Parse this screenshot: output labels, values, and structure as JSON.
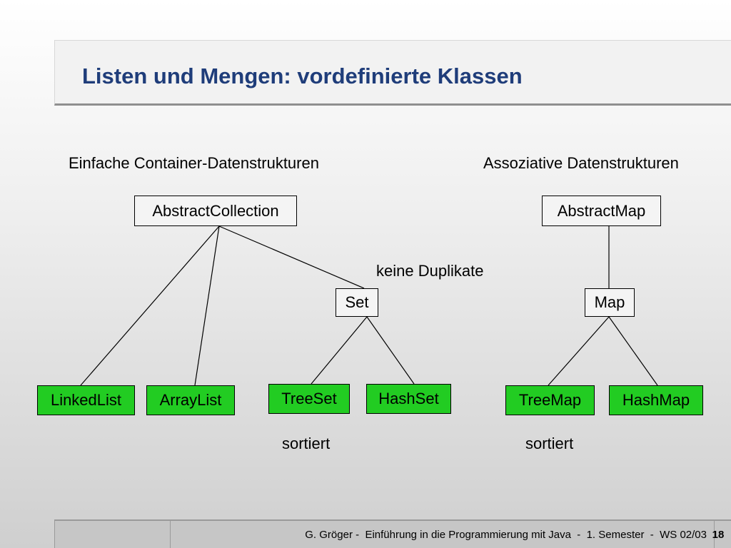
{
  "title": "Listen und Mengen: vordefinierte Klassen",
  "labels": {
    "left_heading": "Einfache Container-Datenstrukturen",
    "right_heading": "Assoziative Datenstrukturen",
    "no_duplicates": "keine Duplikate",
    "sorted_left": "sortiert",
    "sorted_right": "sortiert"
  },
  "nodes": {
    "abstract_collection": "AbstractCollection",
    "abstract_map": "AbstractMap",
    "set": "Set",
    "map": "Map",
    "linked_list": "LinkedList",
    "array_list": "ArrayList",
    "tree_set": "TreeSet",
    "hash_set": "HashSet",
    "tree_map": "TreeMap",
    "hash_map": "HashMap"
  },
  "colors": {
    "title": "#1f3d7a",
    "abstract_node_fill": "#f4f4f4",
    "concrete_node_fill": "#22cc22"
  },
  "footer": {
    "text": "G. Gröger -  Einführung in die Programmierung mit Java  -  1. Semester  -  WS 02/03",
    "page_number": "18"
  }
}
